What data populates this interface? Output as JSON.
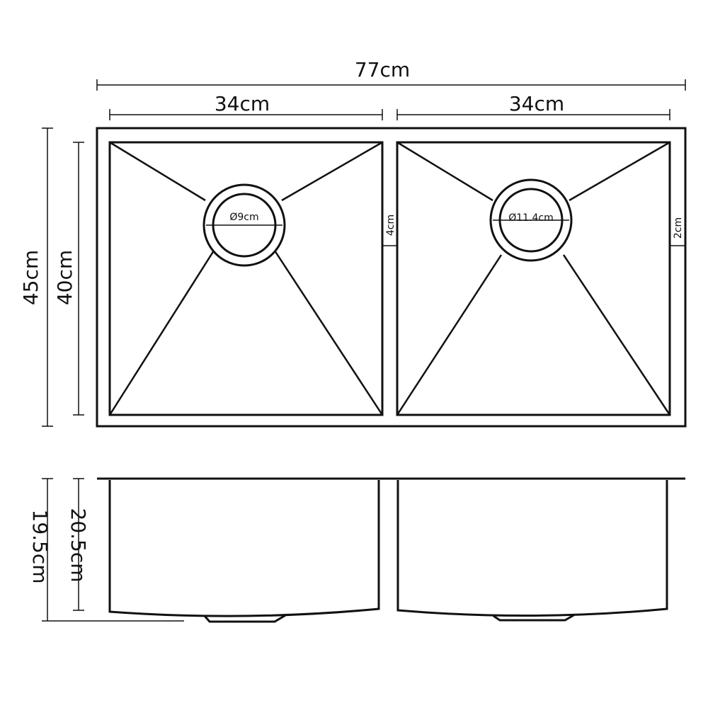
{
  "dimensions": {
    "overall_width": "77cm",
    "left_bowl_width": "34cm",
    "right_bowl_width": "34cm",
    "overall_depth": "45cm",
    "bowl_depth": "40cm",
    "left_drain_diameter": "Ø9cm",
    "right_drain_diameter": "Ø11.4cm",
    "center_divider": "4cm",
    "side_rim": "2cm",
    "height_inner": "19.5cm",
    "height_outer": "20.5cm"
  },
  "colors": {
    "line": "#111111",
    "background": "#ffffff"
  }
}
